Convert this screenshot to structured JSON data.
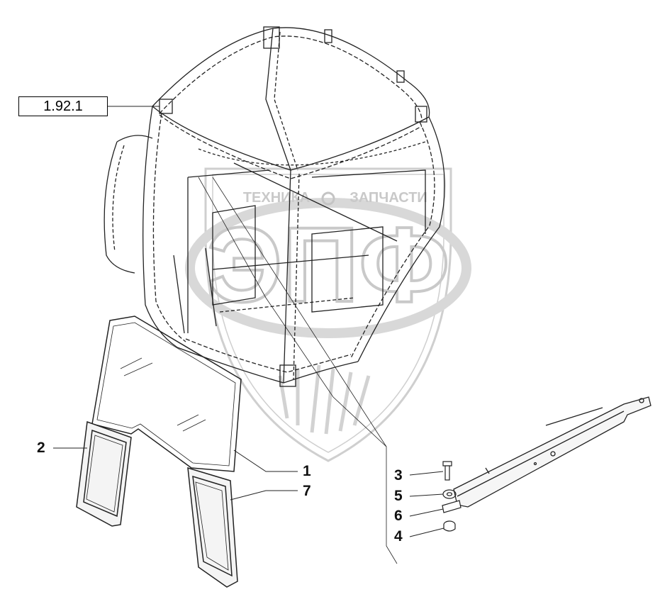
{
  "diagram": {
    "reference_label": "1.92.1",
    "callouts": {
      "c1": "1",
      "c2": "2",
      "c3": "3",
      "c4": "4",
      "c5": "5",
      "c6": "6",
      "c7": "7"
    }
  },
  "watermark": {
    "left_word": "ТЕХНИКА",
    "right_word": "ЗАПЧАСТИ",
    "monogram": "ЭПФ",
    "color": "#c9c9c9"
  }
}
